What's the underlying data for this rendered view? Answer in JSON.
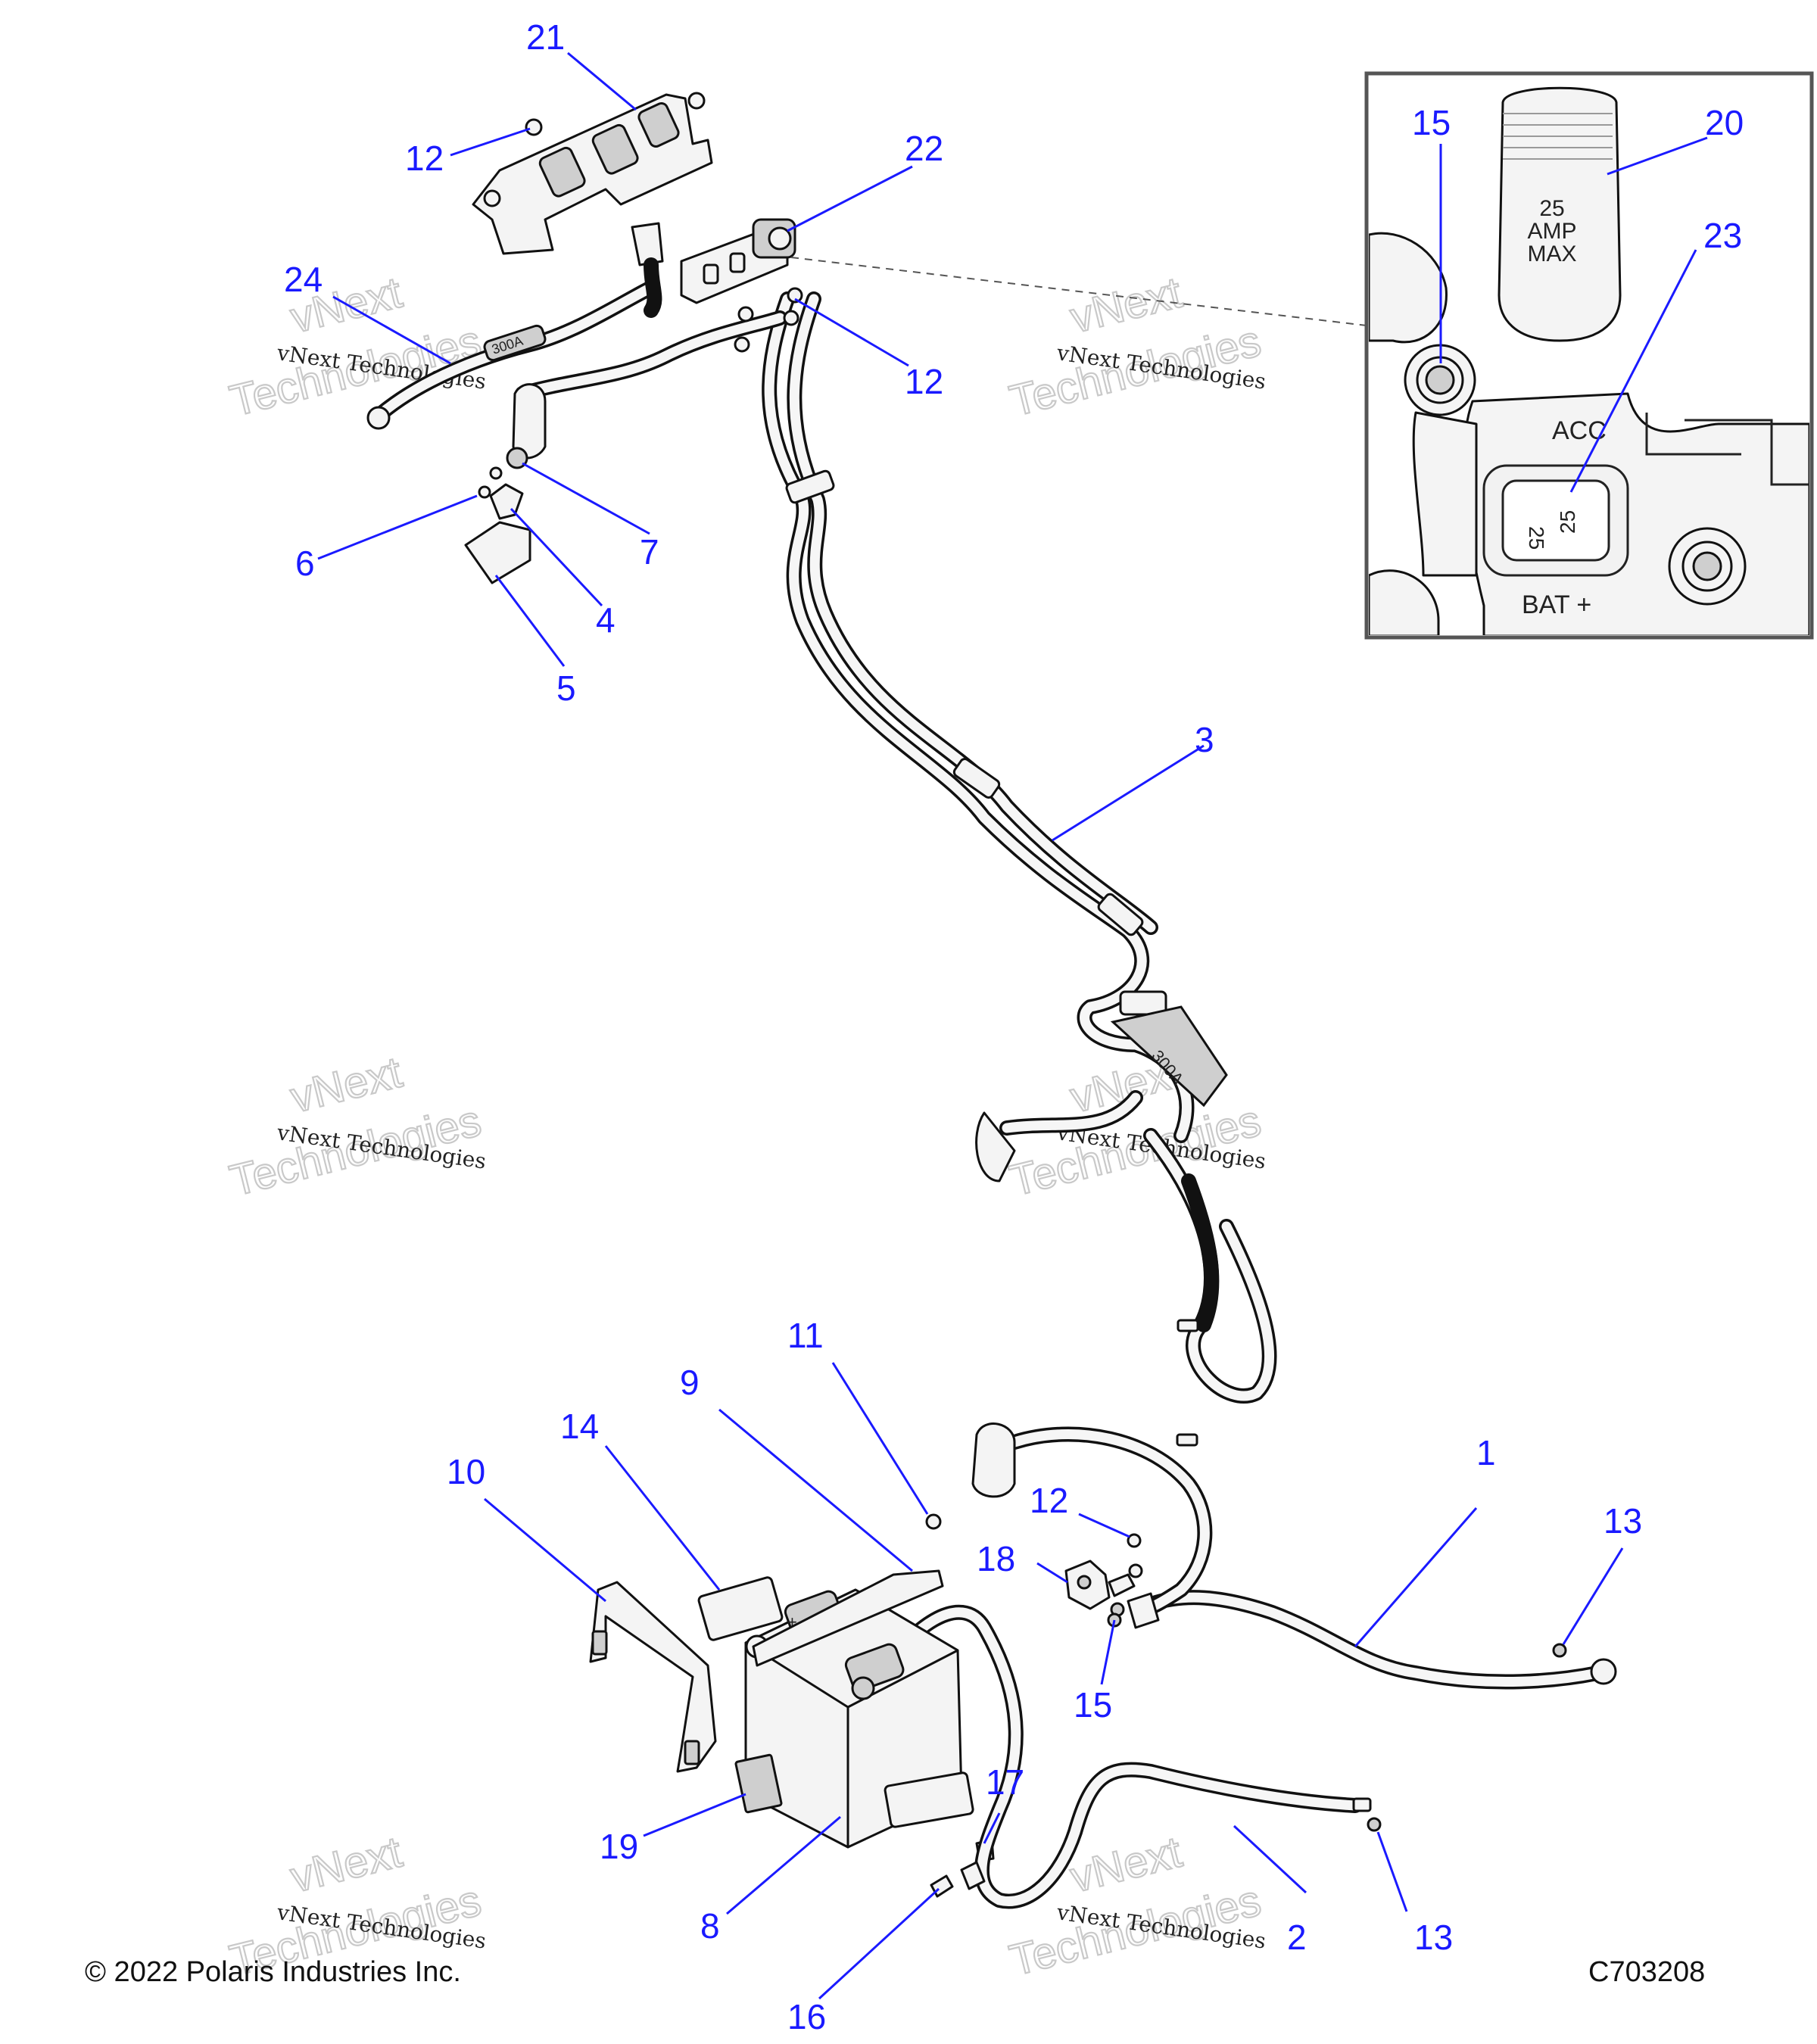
{
  "callouts": [
    {
      "id": "c1",
      "label": "1"
    },
    {
      "id": "c2",
      "label": "2"
    },
    {
      "id": "c3",
      "label": "3"
    },
    {
      "id": "c4",
      "label": "4"
    },
    {
      "id": "c5",
      "label": "5"
    },
    {
      "id": "c6",
      "label": "6"
    },
    {
      "id": "c7",
      "label": "7"
    },
    {
      "id": "c8",
      "label": "8"
    },
    {
      "id": "c9",
      "label": "9"
    },
    {
      "id": "c10",
      "label": "10"
    },
    {
      "id": "c11",
      "label": "11"
    },
    {
      "id": "c12a",
      "label": "12"
    },
    {
      "id": "c12b",
      "label": "12"
    },
    {
      "id": "c12c",
      "label": "12"
    },
    {
      "id": "c13a",
      "label": "13"
    },
    {
      "id": "c13b",
      "label": "13"
    },
    {
      "id": "c14",
      "label": "14"
    },
    {
      "id": "c15a",
      "label": "15"
    },
    {
      "id": "c15b",
      "label": "15"
    },
    {
      "id": "c16",
      "label": "16"
    },
    {
      "id": "c17",
      "label": "17"
    },
    {
      "id": "c18",
      "label": "18"
    },
    {
      "id": "c19",
      "label": "19"
    },
    {
      "id": "c20",
      "label": "20"
    },
    {
      "id": "c21",
      "label": "21"
    },
    {
      "id": "c22",
      "label": "22"
    },
    {
      "id": "c23",
      "label": "23"
    },
    {
      "id": "c24",
      "label": "24"
    }
  ],
  "inset": {
    "fuse_rating": "25",
    "fuse_unit": "AMP",
    "fuse_max": "MAX",
    "terminal_acc": "ACC",
    "terminal_bat": "BAT +",
    "socket_left": "25",
    "socket_right": "25"
  },
  "cable_marking": "300A",
  "battery_terminal": "+",
  "watermark": {
    "line1": "vNext Technologies",
    "line2": "vNext",
    "line3": "Technologies"
  },
  "footer": {
    "copyright": "© 2022 Polaris Industries Inc.",
    "code": "C703208"
  },
  "colors": {
    "callout": "#1a1aff",
    "line_art": "#111111",
    "watermark": "#c9c9c9"
  }
}
